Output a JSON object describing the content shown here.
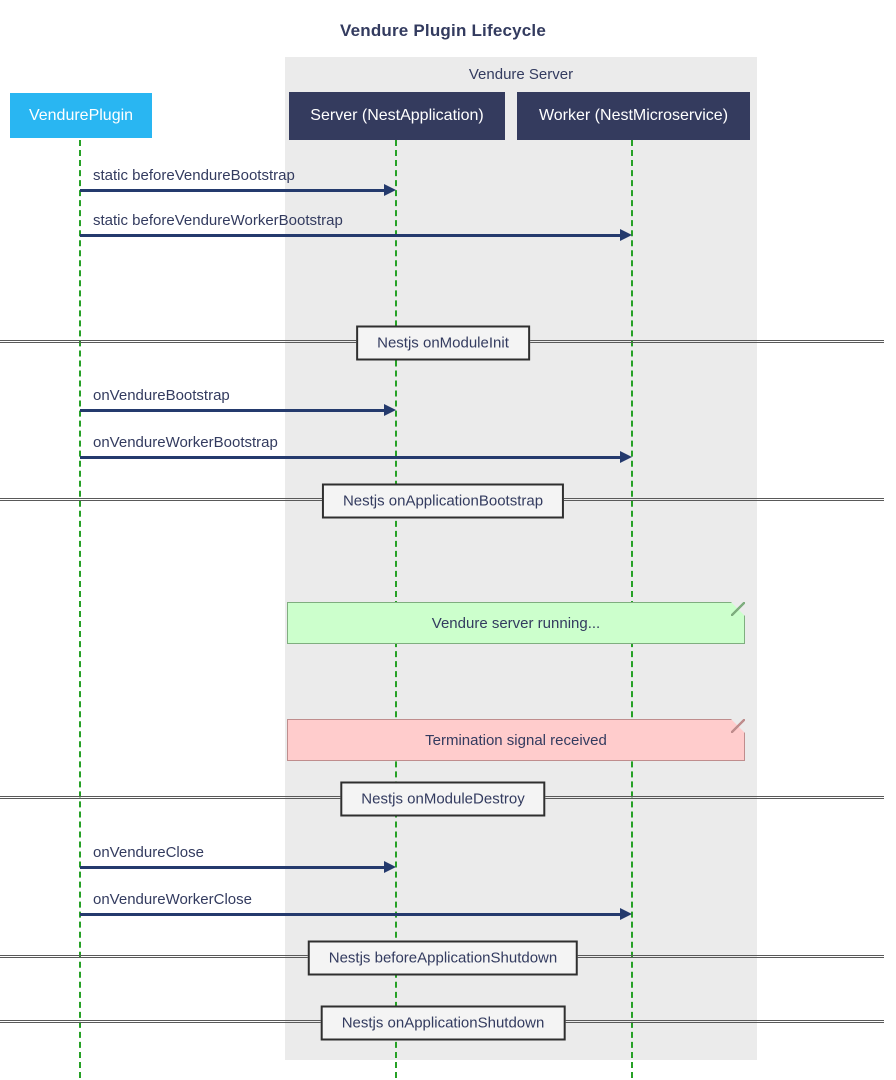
{
  "diagram": {
    "title": "Vendure Plugin Lifecycle",
    "type": "sequence-diagram",
    "colors": {
      "cyan": "#29b6f2",
      "navy": "#343b5e",
      "ink": "#333b5f",
      "arrow": "#243a6d",
      "lifeline": "#26a126",
      "group_bg": "#ebebeb",
      "note_green_bg": "#ccffcc",
      "note_green_border": "#7fae7f",
      "note_red_bg": "#ffcccc",
      "note_red_border": "#bf8d8d",
      "divider_line": "#595959",
      "divider_box_bg": "#f4f4f4",
      "divider_box_border": "#2f2f2f"
    }
  },
  "group": {
    "label": "Vendure Server"
  },
  "actors": [
    {
      "label": "VendurePlugin"
    },
    {
      "label": "Server (NestApplication)"
    },
    {
      "label": "Worker (NestMicroservice)"
    }
  ],
  "messages": [
    {
      "label": "static beforeVendureBootstrap",
      "from": "VendurePlugin",
      "to": "Server (NestApplication)"
    },
    {
      "label": "static beforeVendureWorkerBootstrap",
      "from": "VendurePlugin",
      "to": "Worker (NestMicroservice)"
    },
    {
      "label": "onVendureBootstrap",
      "from": "VendurePlugin",
      "to": "Server (NestApplication)"
    },
    {
      "label": "onVendureWorkerBootstrap",
      "from": "VendurePlugin",
      "to": "Worker (NestMicroservice)"
    },
    {
      "label": "onVendureClose",
      "from": "VendurePlugin",
      "to": "Server (NestApplication)"
    },
    {
      "label": "onVendureWorkerClose",
      "from": "VendurePlugin",
      "to": "Worker (NestMicroservice)"
    }
  ],
  "dividers": [
    {
      "label": "Nestjs onModuleInit"
    },
    {
      "label": "Nestjs onApplicationBootstrap"
    },
    {
      "label": "Nestjs onModuleDestroy"
    },
    {
      "label": "Nestjs beforeApplicationShutdown"
    },
    {
      "label": "Nestjs onApplicationShutdown"
    }
  ],
  "notes": [
    {
      "label": "Vendure server running...",
      "type": "success",
      "over": "Server (NestApplication), Worker (NestMicroservice)"
    },
    {
      "label": "Termination signal received",
      "type": "danger",
      "over": "Server (NestApplication), Worker (NestMicroservice)"
    }
  ]
}
